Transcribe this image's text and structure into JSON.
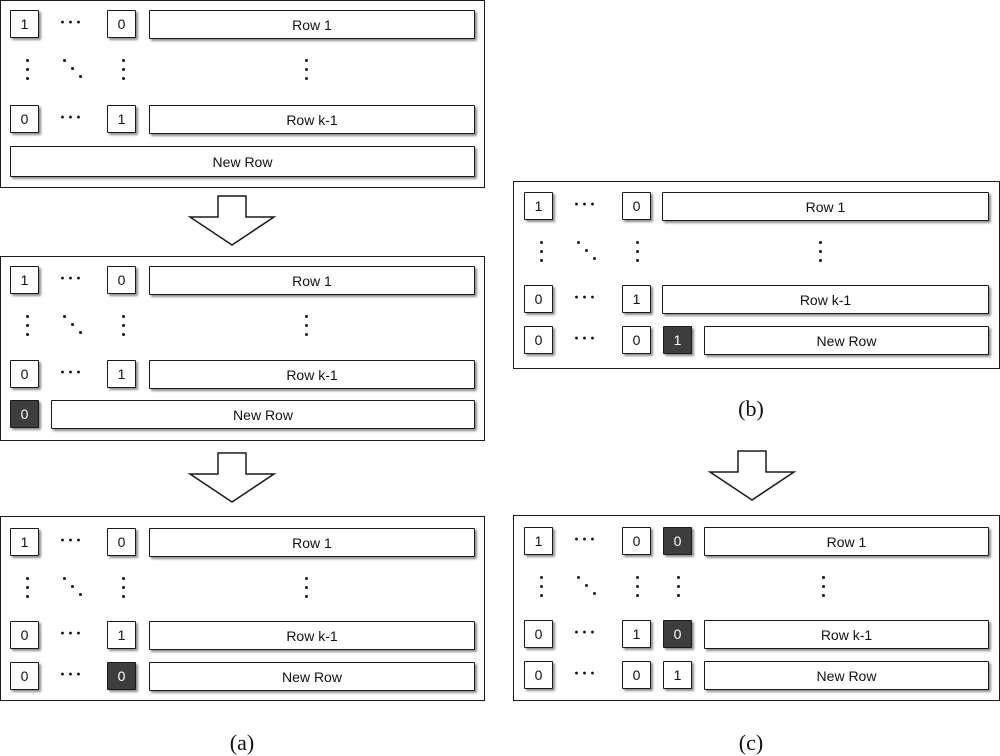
{
  "labels": {
    "row_first": "Row 1",
    "row_last": "Row k-1",
    "new_row": "New Row",
    "one": "1",
    "zero": "0"
  },
  "captions": {
    "a": "(a)",
    "b": "(b)",
    "c": "(c)"
  },
  "colors": {
    "highlight_bit": "#3d3d3d",
    "border": "#1a1a1a"
  }
}
